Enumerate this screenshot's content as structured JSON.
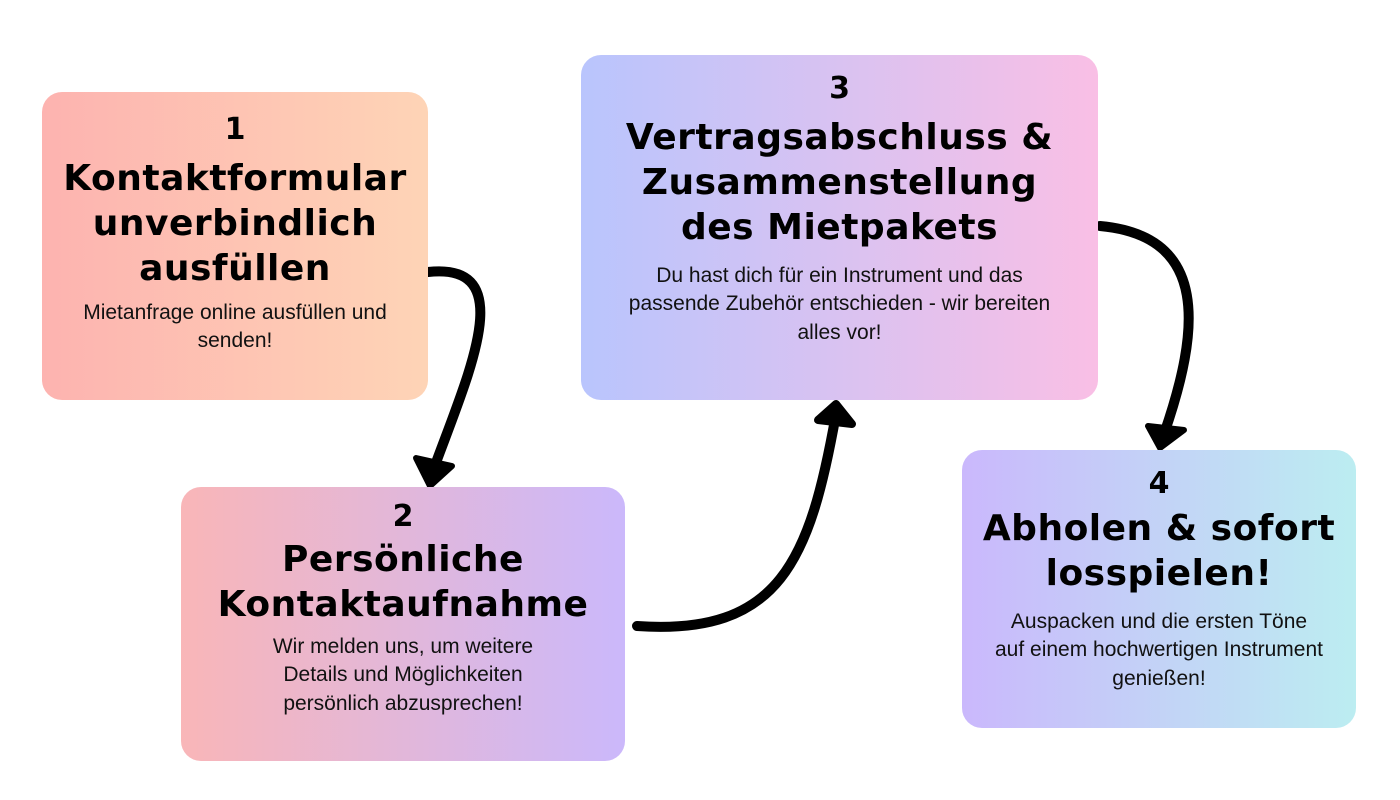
{
  "steps": [
    {
      "number": "1",
      "title": "Kontaktformular unverbindlich ausfüllen",
      "description": "Mietanfrage online ausfüllen und senden!"
    },
    {
      "number": "2",
      "title": "Persönliche Kontaktaufnahme",
      "description": "Wir melden uns, um weitere Details und Möglichkeiten persönlich abzusprechen!"
    },
    {
      "number": "3",
      "title": "Vertragsabschluss & Zusammenstellung des Mietpakets",
      "description": "Du hast dich für ein Instrument und das passende Zubehör entschieden - wir bereiten alles vor!"
    },
    {
      "number": "4",
      "title": "Abholen & sofort losspielen!",
      "description": "Auspacken und die ersten Töne auf einem hochwertigen Instrument genießen!"
    }
  ],
  "colors": {
    "card_1": [
      "#fdb3b0",
      "#fed4b6"
    ],
    "card_2": [
      "#f9b6b8",
      "#cbb8fb"
    ],
    "card_3": [
      "#b9c5fd",
      "#f9bfe5"
    ],
    "card_4": [
      "#cab8fc",
      "#bcedf1"
    ],
    "arrow": "#000000"
  },
  "icons": [
    "arrow-1-to-2-icon",
    "arrow-2-to-3-icon",
    "arrow-3-to-4-icon"
  ]
}
